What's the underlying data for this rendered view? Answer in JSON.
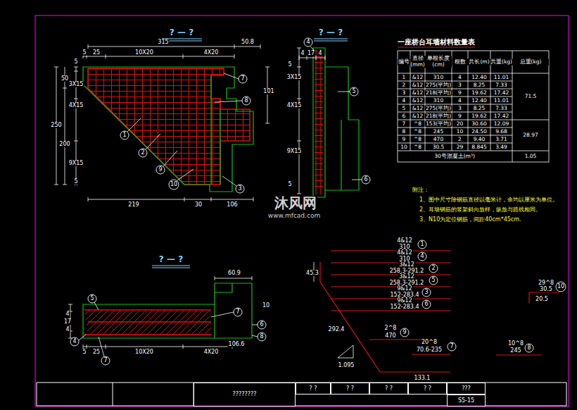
{
  "diagram": {
    "nodes": [
      {
        "text": [
          "????????"
        ]
      },
      {
        "text": [
          "? ?"
        ]
      },
      {
        "text": [
          "? ?"
        ]
      },
      {
        "text": [
          "? ?"
        ]
      },
      {
        "text": [
          "? ?"
        ]
      },
      {
        "text": [
          "???"
        ]
      },
      {
        "text": [
          "S5-15"
        ]
      }
    ],
    "labels": [
      "? — ?",
      "315",
      "50.8",
      "5",
      "25",
      "10X20",
      "4X20",
      "5",
      "50",
      "3X15",
      "4X15",
      "250",
      "200",
      "9X15",
      "5",
      "101",
      "219",
      "30",
      "106",
      "7",
      "8",
      "1",
      "2",
      "9",
      "10",
      "3",
      "? — ?",
      "4",
      "17",
      "4",
      "4",
      "5",
      "6",
      "5",
      "3X15",
      "4X15",
      "9X15",
      "5",
      "一座桥台耳墙材料数量表",
      "编号",
      "直径(mm)",
      "单根长度(cm)",
      "根数",
      "共长(m)",
      "共重(kg)",
      "总重(kg)",
      "1",
      "&12",
      "310",
      "4",
      "12.40",
      "11.01",
      "2",
      "&12",
      "275(平均)",
      "3",
      "8.25",
      "7.33",
      "3",
      "&12",
      "218(平均)",
      "9",
      "19.62",
      "17.42",
      "4",
      "&12",
      "310",
      "4",
      "12.40",
      "11.01",
      "5",
      "&12",
      "275(平均)",
      "3",
      "8.25",
      "7.33",
      "6",
      "&12",
      "218(平均)",
      "9",
      "19.62",
      "17.42",
      "7",
      "^8",
      "153(平均)",
      "20",
      "30.60",
      "12.09",
      "8",
      "^8",
      "245",
      "10",
      "24.50",
      "9.68",
      "9",
      "^8",
      "470",
      "2",
      "9.40",
      "3.71",
      "10",
      "^8",
      "30.5",
      "29",
      "8.845",
      "3.49",
      "71.5",
      "28.97",
      "30号混凝土(m³)",
      "1.05",
      "附注：",
      "1、图中尺寸除钢筋直径以毫米计，余均以厘米为单位。",
      "2、耳墙钢筋的竖架斜向放样，纵放与路线相同。",
      "3、N10为定位钢筋，间距40cm*45cm.",
      "? — ?",
      "60.9",
      "10",
      "106.6",
      "5",
      "25",
      "10X20",
      "4X20",
      "4",
      "17",
      "4",
      "5",
      "4",
      "7",
      "7",
      "6",
      "8",
      "4&12",
      "310",
      "1",
      "4&12",
      "310",
      "4",
      "3&12",
      "258.3-291.2",
      "2",
      "3&12",
      "258.3-291.2",
      "5",
      "9&12",
      "152-283.4",
      "3",
      "9&12",
      "152-283.4",
      "6",
      "45.3",
      "292.4",
      "2^8",
      "470",
      "9",
      "20^8",
      "70.6-235",
      "7",
      "10^8",
      "245",
      "8",
      "29^8",
      "30.5",
      "10",
      "20.5",
      "1.095",
      "133.1",
      "沐风网",
      "www.mfcad.com"
    ]
  }
}
